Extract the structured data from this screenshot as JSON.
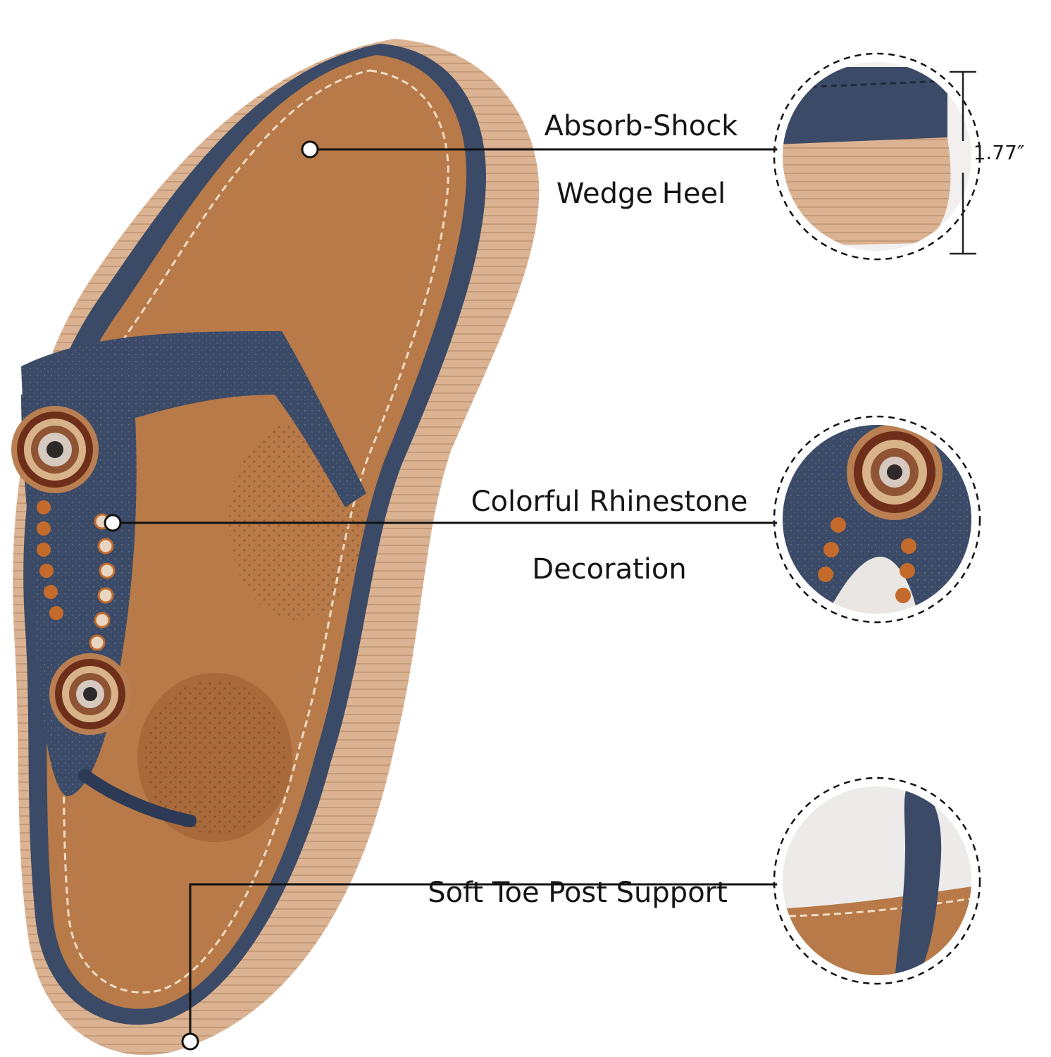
{
  "features": {
    "heel": {
      "line1": "Absorb-Shock",
      "line2": "Wedge Heel"
    },
    "rhinestone": {
      "line1": "Colorful Rhinestone",
      "line2": "Decoration"
    },
    "toe": {
      "line1": "Soft Toe Post Support"
    }
  },
  "heel_height": "1.77″",
  "colors": {
    "strap_navy": "#3b4a66",
    "footbed_tan": "#b77a48",
    "sole_beige": "#dcb392",
    "bead_orange": "#c46b2c",
    "callout_line": "#111111"
  }
}
